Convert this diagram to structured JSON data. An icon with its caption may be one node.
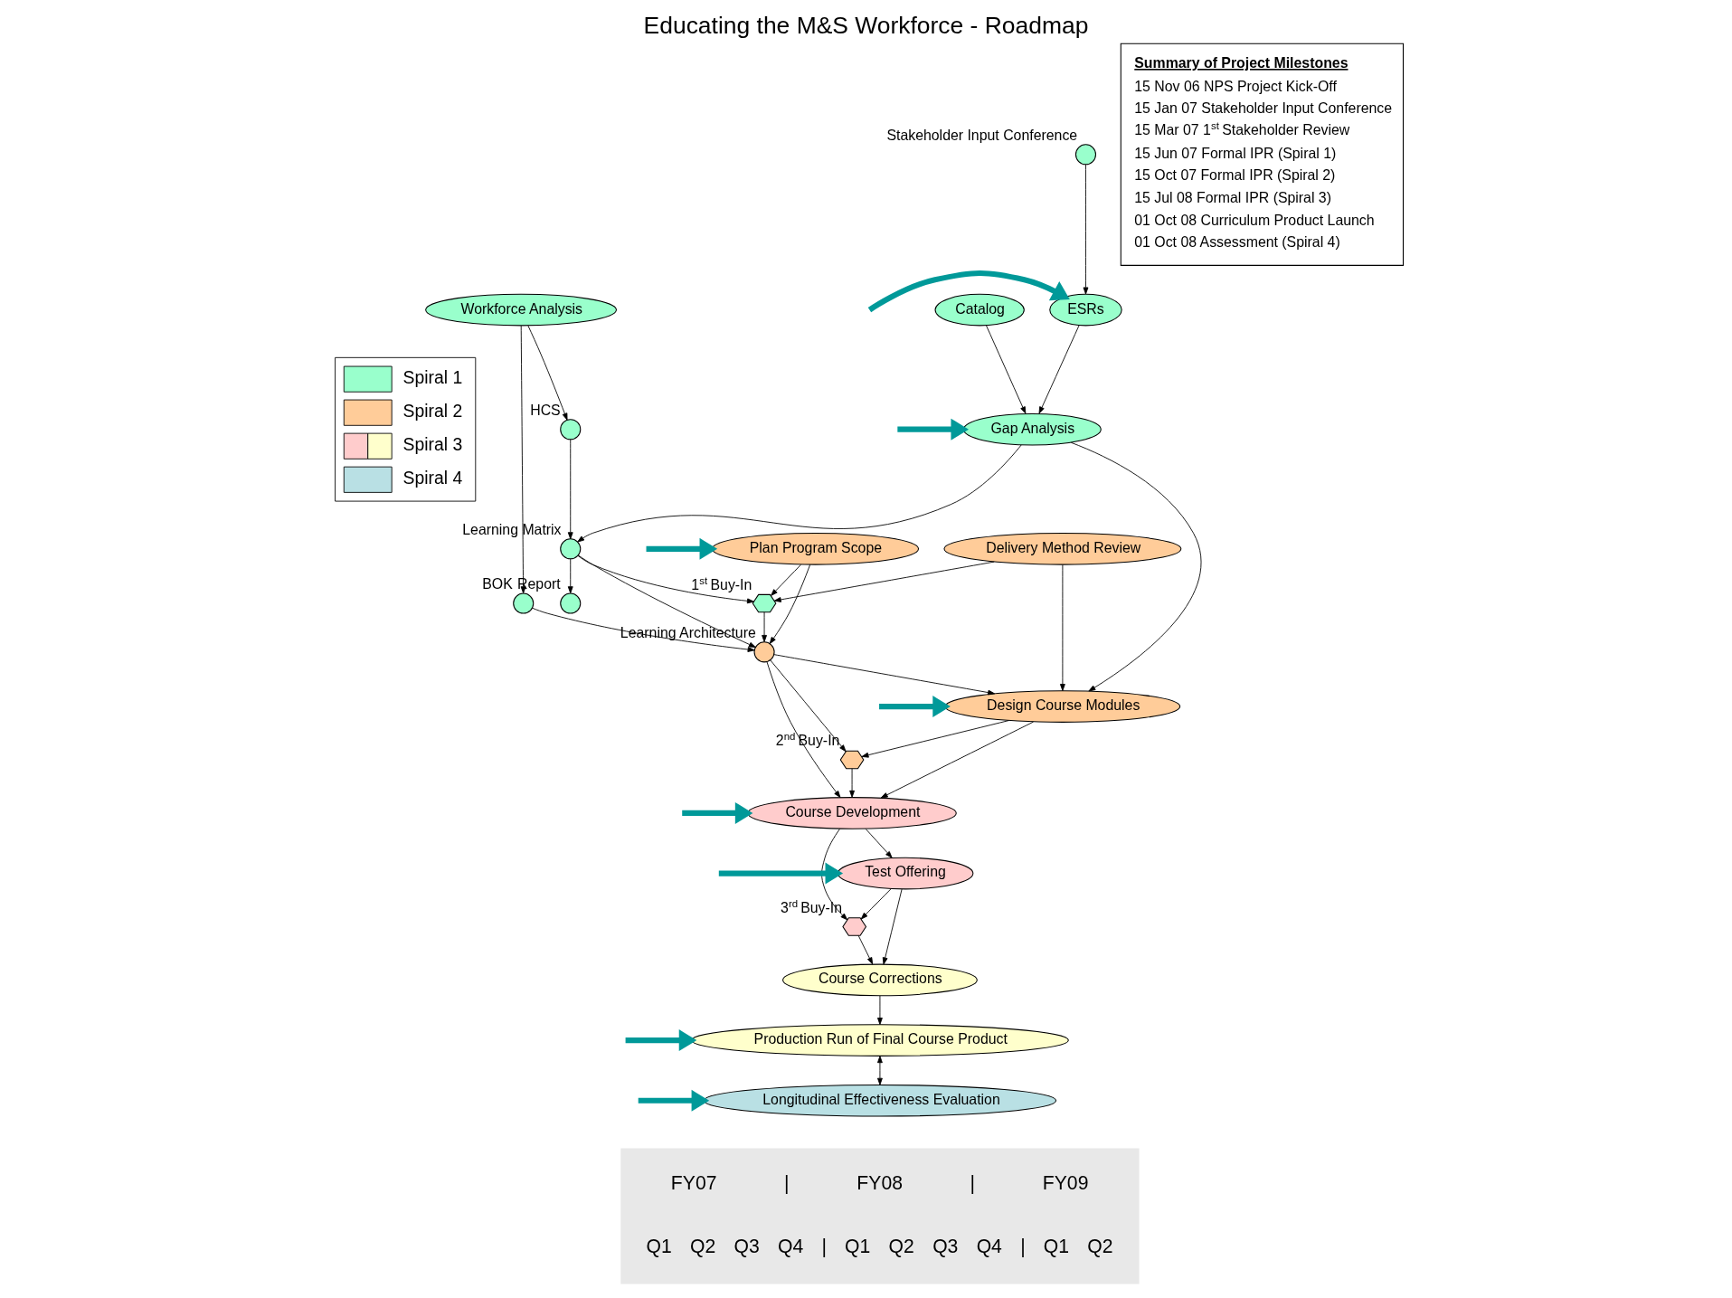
{
  "diagram": {
    "title": "Educating the M&S Workforce - Roadmap",
    "nodes": [
      {
        "text": [
          "Workforce Analysis"
        ]
      },
      {
        "text": [],
        "shape": "circle",
        "beside": [
          "HCS"
        ]
      },
      {
        "text": [],
        "shape": "circle",
        "beside": [
          "BOK"
        ]
      },
      {
        "text": [
          "Catalog"
        ]
      },
      {
        "text": [
          "Gap Analysis"
        ]
      },
      {
        "text": [],
        "shape": "circle",
        "beside": [
          "Report"
        ]
      },
      {
        "text": [],
        "shape": "circle",
        "beside": [
          "Learning Matrix"
        ]
      },
      {
        "text": [
          "ESRs"
        ]
      },
      {
        "text": [],
        "shape": "circle",
        "beside": [
          "Stakeholder Input Conference"
        ]
      },
      {
        "text": [],
        "shape": "hexagon",
        "beside": [
          "1$^{st}$ Buy-In"
        ]
      },
      {
        "text": [],
        "shape": "circle",
        "beside": [
          "Learning Architecture"
        ]
      },
      {
        "text": [
          "Plan Program Scope"
        ]
      },
      {
        "text": [
          "Design Course Modules"
        ]
      },
      {
        "text": [
          "Delivery Method Review"
        ]
      },
      {
        "text": [],
        "shape": "hexagon",
        "beside": [
          "2$^{nd}$ Buy-In"
        ]
      },
      {
        "text": [
          "Course Development"
        ]
      },
      {
        "text": [],
        "shape": "hexagon",
        "beside": [
          "3$^{rd}$ Buy-In"
        ]
      },
      {
        "text": [
          "Test Offering"
        ]
      },
      {
        "text": [
          "Course Corrections"
        ]
      },
      {
        "text": [
          "Production Run of Final Course Product"
        ]
      },
      {
        "text": [
          "Longitudinal Effectiveness Evaluation"
        ]
      },
      {
        "text": [
          "Summary of Project Milestones",
          "15 Nov 06 NPS Project Kick-Off",
          "15 Jan 07 Stakeholder Input Conference",
          "15 Mar 07 1$^{st}$ Stakeholder Review",
          "15 Jun 07 Formal IPR (Spiral 1)",
          "15 Oct 07 Formal IPR (Spiral 2)",
          "15 Jul 08 Formal IPR (Spiral 3)",
          "01 Oct 08 Curriculum Product Launch",
          "01 Oct 08 Assessment (Spiral 4)"
        ]
      }
    ],
    "edges": [
      {
        "from": 0,
        "to": 1,
        "arrow": "to"
      },
      {
        "from": 0,
        "to": 2,
        "arrow": "to"
      },
      {
        "from": 3,
        "to": 4,
        "arrow": "to"
      },
      {
        "from": 7,
        "to": 4,
        "arrow": "to"
      },
      {
        "from": 8,
        "to": 7,
        "arrow": "to"
      },
      {
        "from": 4,
        "to": 6,
        "arrow": "to"
      },
      {
        "from": 1,
        "to": 6,
        "arrow": "to"
      },
      {
        "from": 6,
        "to": 5,
        "arrow": "to"
      },
      {
        "from": 6,
        "to": 9,
        "arrow": "to"
      },
      {
        "from": 6,
        "to": 10,
        "arrow": "to"
      },
      {
        "from": 9,
        "to": 10,
        "arrow": "to"
      },
      {
        "from": 11,
        "to": 9,
        "arrow": "to"
      },
      {
        "from": 13,
        "to": 9,
        "arrow": "to"
      },
      {
        "from": 11,
        "to": 10,
        "arrow": "to"
      },
      {
        "from": 2,
        "to": 10,
        "arrow": "to"
      },
      {
        "from": 4,
        "to": 12,
        "arrow": "to"
      },
      {
        "from": 10,
        "to": 12,
        "arrow": "to"
      },
      {
        "from": 10,
        "to": 14,
        "arrow": "to"
      },
      {
        "from": 10,
        "to": 15,
        "arrow": "to"
      },
      {
        "from": 13,
        "to": 12,
        "arrow": "to"
      },
      {
        "from": 12,
        "to": 14,
        "arrow": "to"
      },
      {
        "from": 12,
        "to": 15,
        "arrow": "to"
      },
      {
        "from": 14,
        "to": 15,
        "arrow": "to"
      },
      {
        "from": 15,
        "to": 16,
        "arrow": "to"
      },
      {
        "from": 15,
        "to": 17,
        "arrow": "to"
      },
      {
        "from": 17,
        "to": 16,
        "arrow": "to"
      },
      {
        "from": 16,
        "to": 18,
        "arrow": "to"
      },
      {
        "from": 17,
        "to": 18,
        "arrow": "to"
      },
      {
        "from": 18,
        "to": 19,
        "arrow": "to"
      },
      {
        "from": 19,
        "to": 20,
        "arrow": "both"
      },
      {
        "from": null,
        "to": 7,
        "arrow": "to",
        "style": "thick",
        "color": "#009999"
      },
      {
        "from": null,
        "to": 4,
        "arrow": "to",
        "style": "thick",
        "color": "#009999"
      },
      {
        "from": null,
        "to": 11,
        "arrow": "to",
        "style": "thick",
        "color": "#009999"
      },
      {
        "from": null,
        "to": 12,
        "arrow": "to",
        "style": "thick",
        "color": "#009999"
      },
      {
        "from": null,
        "to": 15,
        "arrow": "to",
        "style": "thick",
        "color": "#009999"
      },
      {
        "from": null,
        "to": 17,
        "arrow": "to",
        "style": "thick",
        "color": "#009999"
      },
      {
        "from": null,
        "to": 19,
        "arrow": "to",
        "style": "thick",
        "color": "#009999"
      },
      {
        "from": null,
        "to": 20,
        "arrow": "to",
        "style": "thick",
        "color": "#009999"
      }
    ],
    "labels": [
      "FY07",
      "|",
      "FY08",
      "|",
      "FY09",
      "Q1",
      "Q2",
      "Q3",
      "Q4",
      "|",
      "Q1",
      "Q2",
      "Q3",
      "Q4",
      "|",
      "Q1",
      "Q2"
    ],
    "legend": [
      {
        "text": "Spiral 1",
        "color": "#99ffcc"
      },
      {
        "text": "Spiral 2",
        "color": "#ffcc99"
      },
      {
        "text": "Spiral 3"
      },
      {
        "text": "Spiral 4",
        "color": "#b9e0e4"
      }
    ]
  }
}
